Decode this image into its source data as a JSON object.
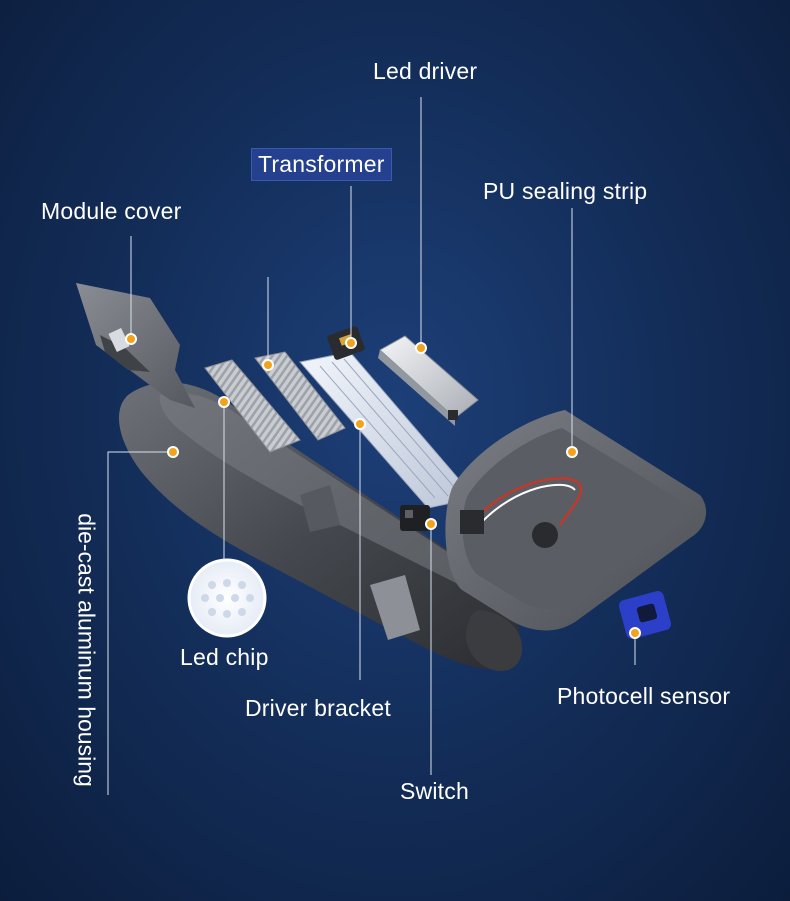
{
  "labels": {
    "led_driver": "Led driver",
    "transformer": "Transformer",
    "pu_sealing_strip": "PU sealing strip",
    "module_cover": "Module cover",
    "housing": "die-cast aluminum housing",
    "led_chip": "Led chip",
    "driver_bracket": "Driver bracket",
    "switch": "Switch",
    "photocell_sensor": "Photocell sensor"
  },
  "colors": {
    "background_center": "#1d3f78",
    "background_edge": "#0c1d3c",
    "leader_line": "#d9e2ef",
    "marker_dot": "#f3a21c",
    "highlight_box": "#24408f",
    "sensor_blue": "#2c3fc9"
  }
}
